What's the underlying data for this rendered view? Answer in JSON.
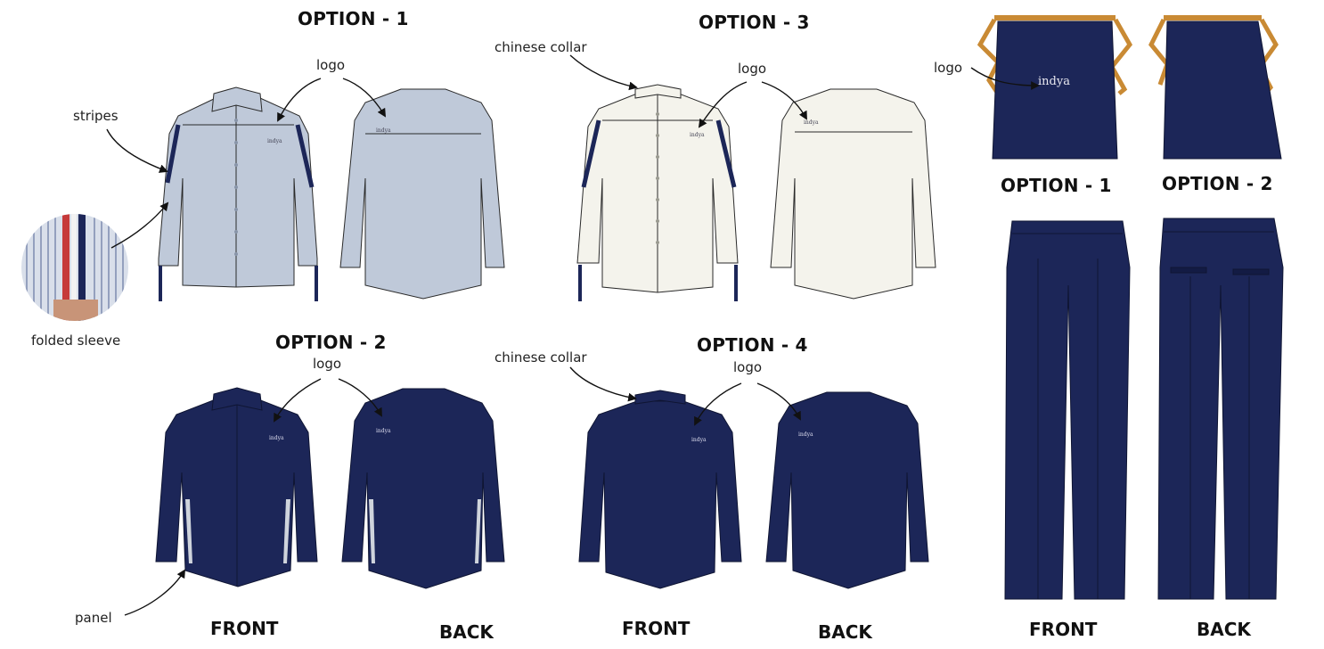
{
  "titles": {
    "opt1": "OPTION - 1",
    "opt2": "OPTION - 2",
    "opt3": "OPTION - 3",
    "opt4": "OPTION - 4",
    "apron1": "OPTION - 1",
    "apron2": "OPTION - 2"
  },
  "labels": {
    "logo_a": "logo",
    "logo_b": "logo",
    "logo_c": "logo",
    "logo_d": "logo",
    "logo_apron": "logo",
    "stripes": "stripes",
    "folded_sleeve": "folded sleeve",
    "panel": "panel",
    "chinese_collar_top": "chinese collar",
    "chinese_collar_bottom": "chinese collar"
  },
  "bottom_labels": {
    "front1": "FRONT",
    "back1": "BACK",
    "front2": "FRONT",
    "back2": "BACK",
    "front3": "FRONT",
    "back3": "BACK"
  },
  "brand": {
    "garment_logo": "indya",
    "apron_logo": "indya"
  },
  "colors": {
    "light_blue": "#bfc9d9",
    "off_white": "#f4f3ec",
    "navy": "#1c2658",
    "tan": "#c98a34",
    "outline": "#2a2a2a"
  }
}
